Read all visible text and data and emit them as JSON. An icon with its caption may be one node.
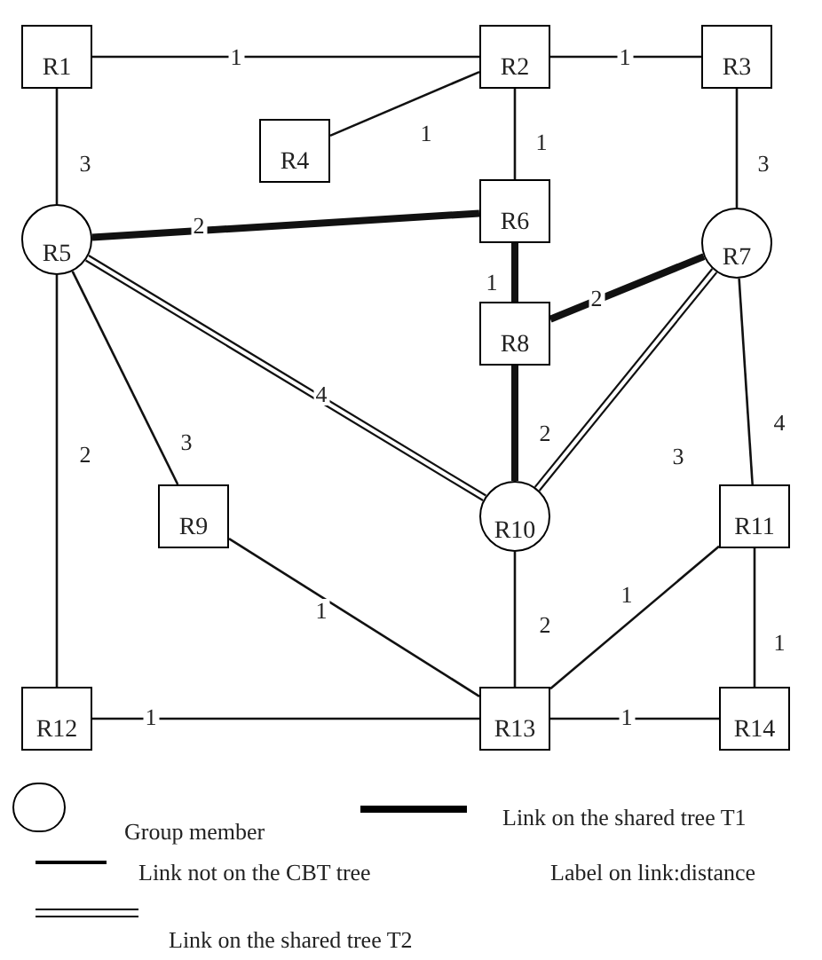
{
  "diagram": {
    "nodes": [
      {
        "text": [
          "R1"
        ]
      },
      {
        "text": [
          "R2"
        ]
      },
      {
        "text": [
          "R3"
        ]
      },
      {
        "text": [
          "R4"
        ]
      },
      {
        "text": [
          "R5"
        ]
      },
      {
        "text": [
          "R6"
        ]
      },
      {
        "text": [
          "R7"
        ]
      },
      {
        "text": [
          "R8"
        ]
      },
      {
        "text": [
          "R9"
        ]
      },
      {
        "text": [
          "R10"
        ]
      },
      {
        "text": [
          "R11"
        ]
      },
      {
        "text": [
          "R12"
        ]
      },
      {
        "text": [
          "R13"
        ]
      },
      {
        "text": [
          "R14"
        ]
      }
    ],
    "edges": [
      {
        "from": 0,
        "to": 1,
        "arrow": "none",
        "label": "1"
      },
      {
        "from": 1,
        "to": 2,
        "arrow": "none",
        "label": "1"
      },
      {
        "from": 1,
        "to": 3,
        "arrow": "none",
        "label": "1"
      },
      {
        "from": 0,
        "to": 4,
        "arrow": "none",
        "label": "3"
      },
      {
        "from": 1,
        "to": 5,
        "arrow": "none",
        "label": "1"
      },
      {
        "from": 2,
        "to": 6,
        "arrow": "none",
        "label": "3"
      },
      {
        "from": 4,
        "to": 5,
        "arrow": "none",
        "label": "2",
        "style": "thick"
      },
      {
        "from": 5,
        "to": 7,
        "arrow": "none",
        "label": "1",
        "style": "thick"
      },
      {
        "from": 7,
        "to": 6,
        "arrow": "none",
        "label": "2",
        "style": "thick"
      },
      {
        "from": 4,
        "to": 9,
        "arrow": "none",
        "label": "4"
      },
      {
        "from": 7,
        "to": 9,
        "arrow": "none",
        "label": "2",
        "style": "thick"
      },
      {
        "from": 6,
        "to": 9,
        "arrow": "none",
        "label": "3"
      },
      {
        "from": 4,
        "to": 8,
        "arrow": "none",
        "label": "3"
      },
      {
        "from": 4,
        "to": 11,
        "arrow": "none",
        "label": "2"
      },
      {
        "from": 6,
        "to": 10,
        "arrow": "none",
        "label": "4"
      },
      {
        "from": 8,
        "to": 12,
        "arrow": "none",
        "label": "1"
      },
      {
        "from": 9,
        "to": 12,
        "arrow": "none",
        "label": "2"
      },
      {
        "from": 10,
        "to": 12,
        "arrow": "none",
        "label": "1"
      },
      {
        "from": 10,
        "to": 13,
        "arrow": "none",
        "label": "1"
      },
      {
        "from": 11,
        "to": 12,
        "arrow": "none",
        "label": "1"
      },
      {
        "from": 12,
        "to": 13,
        "arrow": "none",
        "label": "1"
      }
    ],
    "labels": [
      "Label on link:distance"
    ],
    "legend": [
      {
        "text": "Group member"
      },
      {
        "text": "Link on the shared tree T1"
      },
      {
        "text": "Link not on the CBT tree"
      },
      {
        "text": "Link on the shared tree T2"
      }
    ]
  }
}
